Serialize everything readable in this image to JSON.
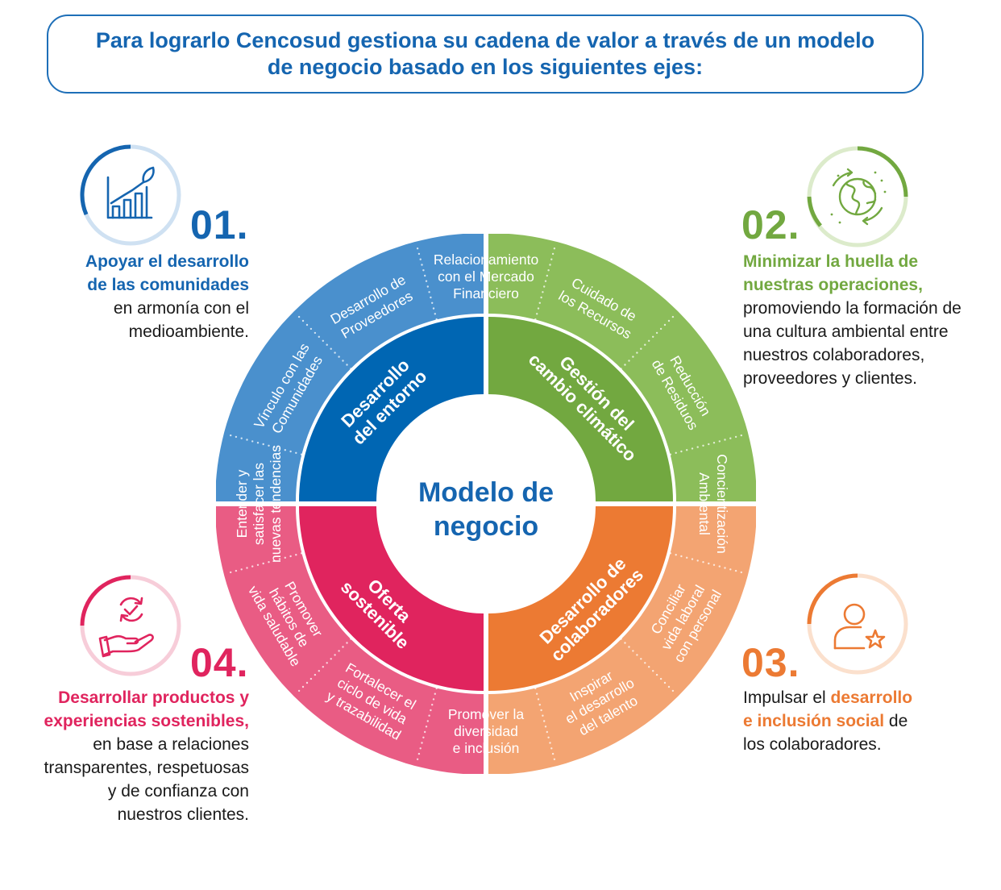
{
  "header": {
    "line1": "Para lograrlo Cencosud gestiona su cadena de valor a través de un modelo",
    "line2": "de negocio basado en los siguientes ejes:"
  },
  "center": {
    "line1": "Modelo de",
    "line2": "negocio"
  },
  "colors": {
    "blue_dark": "#0066b3",
    "blue_light": "#4a90cd",
    "green_dark": "#72a840",
    "green_light": "#8cbd5a",
    "orange_dark": "#ec7a33",
    "orange_light": "#f3a472",
    "pink_dark": "#e0245e",
    "pink_light": "#e95c84"
  },
  "axes": [
    {
      "number": "01.",
      "icon": "growth-chart-icon",
      "desc_bold": [
        "Apoyar el desarrollo",
        "de las comunidades"
      ],
      "desc_regular": [
        "en armonía con el",
        "medioambiente."
      ]
    },
    {
      "number": "02.",
      "icon": "globe-cycle-icon",
      "desc_bold": [
        "Minimizar la huella de",
        "nuestras operaciones,"
      ],
      "desc_regular": [
        "promoviendo la formación de",
        "una cultura ambiental entre",
        "nuestros colaboradores,",
        "proveedores y clientes."
      ]
    },
    {
      "number": "03.",
      "icon": "person-star-icon",
      "line1_a": "Impulsar el ",
      "line1_b": "desarrollo",
      "line2_a": "e inclusión social",
      "line2_b": " de",
      "line3": "los colaboradores."
    },
    {
      "number": "04.",
      "icon": "hand-check-icon",
      "desc_bold": [
        "Desarrollar productos y",
        "experiencias sostenibles,"
      ],
      "desc_regular": [
        "en base a relaciones",
        "transparentes, respetuosas",
        "y de confianza con",
        "nuestros clientes."
      ]
    }
  ],
  "inner_segments": [
    {
      "id": "entorno",
      "lines": [
        "Desarrollo",
        "del entorno"
      ]
    },
    {
      "id": "cambio",
      "lines": [
        "Gestión del",
        "cambio climático"
      ]
    },
    {
      "id": "colaboradores",
      "lines": [
        "Desarrollo de",
        "colaboradores"
      ]
    },
    {
      "id": "oferta",
      "lines": [
        "Oferta",
        "sostenible"
      ]
    }
  ],
  "outer_segments": [
    {
      "id": "vinculo",
      "lines": [
        "Vínculo con las",
        "Comunidades"
      ]
    },
    {
      "id": "proveedores",
      "lines": [
        "Desarrollo de",
        "Proveedores"
      ]
    },
    {
      "id": "financiero",
      "lines": [
        "Relacionamiento",
        "con el Mercado",
        "Financiero"
      ]
    },
    {
      "id": "recursos",
      "lines": [
        "Cuidado de",
        "los Recursos"
      ]
    },
    {
      "id": "residuos",
      "lines": [
        "Reducción",
        "de Residuos"
      ]
    },
    {
      "id": "concientizacion",
      "lines": [
        "Concientización",
        "Ambiental"
      ]
    },
    {
      "id": "conciliar",
      "lines": [
        "Conciliar",
        "vida laboral",
        "con personal"
      ]
    },
    {
      "id": "talento",
      "lines": [
        "Inspirar",
        "el desarrollo",
        "del talento"
      ]
    },
    {
      "id": "diversidad",
      "lines": [
        "Promover la",
        "diversidad",
        "e inclusión"
      ]
    },
    {
      "id": "trazabilidad",
      "lines": [
        "Fortalecer el",
        "ciclo de vida",
        "y trazabilidad"
      ]
    },
    {
      "id": "habitos",
      "lines": [
        "Promover",
        "hábitos de",
        "vida saludable"
      ]
    },
    {
      "id": "tendencias",
      "lines": [
        "Entender y",
        "satisfacer las",
        "nuevas tendencias"
      ]
    }
  ]
}
